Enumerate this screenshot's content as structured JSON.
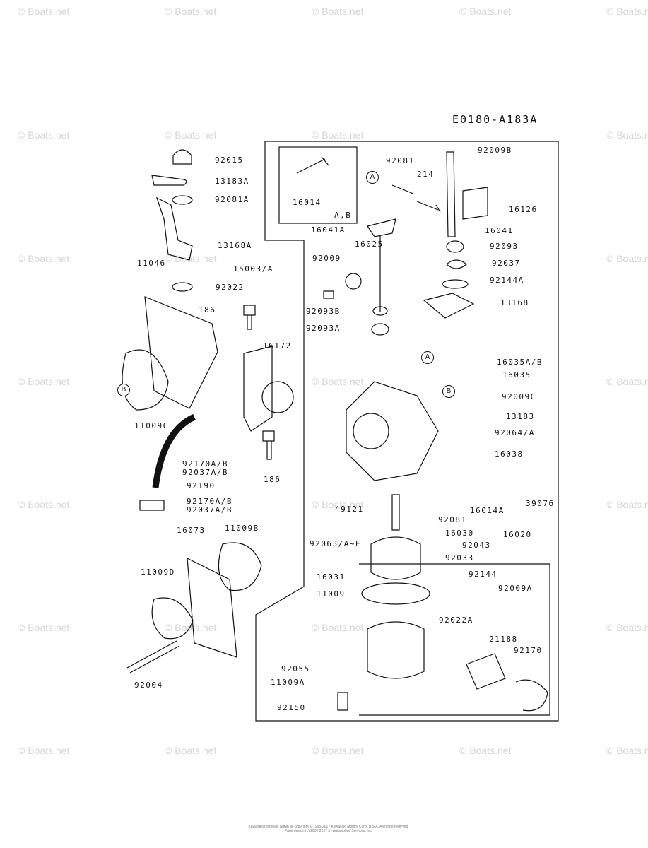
{
  "watermark_text": "© Boats.net",
  "diagram_code": "E0180-A183A",
  "inset_group_label": "A,B",
  "callout_letters": [
    "A",
    "B"
  ],
  "copyright": "Kawasaki materials within all copyright © 1995-2017 Kawasaki Motors Corp.,U.S.A. All rights reserved. Page design (c) 2002-2017 by Automotive Services, Inc.",
  "part_labels": [
    {
      "id": "92015",
      "text": "92015"
    },
    {
      "id": "13183A",
      "text": "13183A"
    },
    {
      "id": "92081A",
      "text": "92081A"
    },
    {
      "id": "13168A",
      "text": "13168A"
    },
    {
      "id": "11046",
      "text": "11046"
    },
    {
      "id": "92022",
      "text": "92022"
    },
    {
      "id": "15003A",
      "text": "15003/A"
    },
    {
      "id": "186a",
      "text": "186"
    },
    {
      "id": "16172",
      "text": "16172"
    },
    {
      "id": "11009C",
      "text": "11009C"
    },
    {
      "id": "92170AB",
      "text": "92170A/B"
    },
    {
      "id": "92037AB",
      "text": "92037A/B"
    },
    {
      "id": "186b",
      "text": "186"
    },
    {
      "id": "92190",
      "text": "92190"
    },
    {
      "id": "92170AB2",
      "text": "92170A/B"
    },
    {
      "id": "92037AB2",
      "text": "92037A/B"
    },
    {
      "id": "16073",
      "text": "16073"
    },
    {
      "id": "11009B",
      "text": "11009B"
    },
    {
      "id": "11009D",
      "text": "11009D"
    },
    {
      "id": "92004",
      "text": "92004"
    },
    {
      "id": "16014",
      "text": "16014"
    },
    {
      "id": "92081",
      "text": "92081"
    },
    {
      "id": "214",
      "text": "214"
    },
    {
      "id": "92009B",
      "text": "92009B"
    },
    {
      "id": "16126",
      "text": "16126"
    },
    {
      "id": "16041A",
      "text": "16041A"
    },
    {
      "id": "16041",
      "text": "16041"
    },
    {
      "id": "16025",
      "text": "16025"
    },
    {
      "id": "92009",
      "text": "92009"
    },
    {
      "id": "92093",
      "text": "92093"
    },
    {
      "id": "92037",
      "text": "92037"
    },
    {
      "id": "92144A",
      "text": "92144A"
    },
    {
      "id": "13168",
      "text": "13168"
    },
    {
      "id": "92093B",
      "text": "92093B"
    },
    {
      "id": "92093A",
      "text": "92093A"
    },
    {
      "id": "16035AB",
      "text": "16035A/B"
    },
    {
      "id": "16035",
      "text": "16035"
    },
    {
      "id": "92009C",
      "text": "92009C"
    },
    {
      "id": "13183",
      "text": "13183"
    },
    {
      "id": "92064A",
      "text": "92064/A"
    },
    {
      "id": "16038",
      "text": "16038"
    },
    {
      "id": "16014A",
      "text": "16014A"
    },
    {
      "id": "39076",
      "text": "39076"
    },
    {
      "id": "92081b",
      "text": "92081"
    },
    {
      "id": "49121",
      "text": "49121"
    },
    {
      "id": "16030",
      "text": "16030"
    },
    {
      "id": "92063AE",
      "text": "92063/A~E"
    },
    {
      "id": "92043",
      "text": "92043"
    },
    {
      "id": "92033",
      "text": "92033"
    },
    {
      "id": "16020",
      "text": "16020"
    },
    {
      "id": "16031",
      "text": "16031"
    },
    {
      "id": "11009",
      "text": "11009"
    },
    {
      "id": "92144",
      "text": "92144"
    },
    {
      "id": "92009A",
      "text": "92009A"
    },
    {
      "id": "92022A",
      "text": "92022A"
    },
    {
      "id": "21188",
      "text": "21188"
    },
    {
      "id": "92170",
      "text": "92170"
    },
    {
      "id": "92055",
      "text": "92055"
    },
    {
      "id": "11009A",
      "text": "11009A"
    },
    {
      "id": "92150",
      "text": "92150"
    }
  ]
}
